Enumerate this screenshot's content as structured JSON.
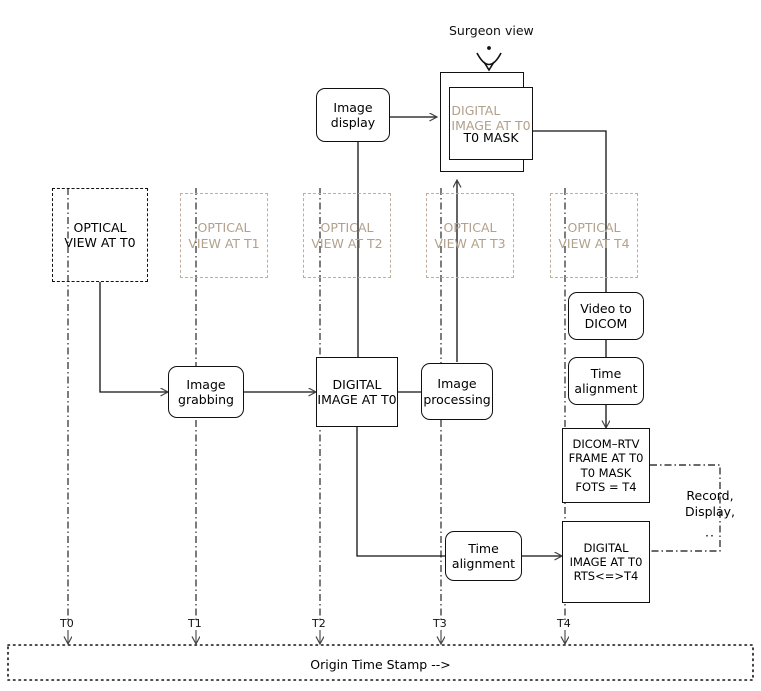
{
  "title": "Surgical video timing / DICOM-RTV data-flow diagram",
  "header": {
    "surgeon_view_label": "Surgeon view",
    "surgeon_icon": "eye-view-icon"
  },
  "colors": {
    "ink": "#111111",
    "tan": "#b2a08b",
    "tan_border": "#bfae9b",
    "background": "#ffffff"
  },
  "optical_views": [
    {
      "id": "t0",
      "label": "OPTICAL\nVIEW AT T0",
      "style": "dashed-black",
      "active": true
    },
    {
      "id": "t1",
      "label": "OPTICAL\nVIEW AT T1",
      "style": "dashed-tan",
      "active": false
    },
    {
      "id": "t2",
      "label": "OPTICAL\nVIEW AT T2",
      "style": "dashed-tan",
      "active": false
    },
    {
      "id": "t3",
      "label": "OPTICAL\nVIEW AT T3",
      "style": "dashed-tan",
      "active": false
    },
    {
      "id": "t4",
      "label": "OPTICAL\nVIEW AT T4",
      "style": "dashed-tan",
      "active": false
    }
  ],
  "nodes": {
    "image_display": "Image\ndisplay",
    "mask_ghost": "DIGITAL\nIMAGE AT T0",
    "mask_label": "T0 MASK",
    "image_grabbing": "Image\ngrabbing",
    "digital_image_t0": "DIGITAL\nIMAGE AT T0",
    "image_processing": "Image\nprocessing",
    "video_to_dicom": "Video to\nDICOM",
    "time_alignment_right": "Time\nalignment",
    "time_alignment_bottom": "Time\nalignment",
    "dicom_rtv": "DICOM–RTV\nFRAME AT  T0\nT0 MASK\nFOTS = T4",
    "digital_image_rts": "DIGITAL\nIMAGE AT T0\nRTS<=>T4",
    "record_display": "Record,\nDisplay,",
    "record_display_more": "··"
  },
  "timeline": {
    "caption": "Origin Time Stamp -->",
    "ticks": [
      "T0",
      "T1",
      "T2",
      "T3",
      "T4"
    ]
  }
}
